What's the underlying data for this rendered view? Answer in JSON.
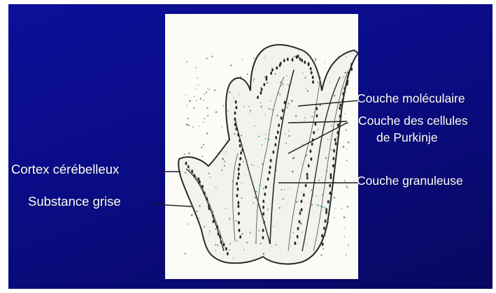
{
  "labels": {
    "couche_moleculaire": "Couche moléculaire",
    "couche_purkinje_line1": "Couche des cellules",
    "couche_purkinje_line2": "de Purkinje",
    "couche_granuleuse": "Couche granuleuse",
    "cortex_cerebelleux": "Cortex cérébelleux",
    "substance_grise": "Substance grise"
  },
  "colors": {
    "background": "#0a0c85",
    "label_text": "#ffffff",
    "figure_background": "#fbfbf8",
    "drawing_ink": "#2a2a2a",
    "granule_dots": "#4aa9a0"
  }
}
